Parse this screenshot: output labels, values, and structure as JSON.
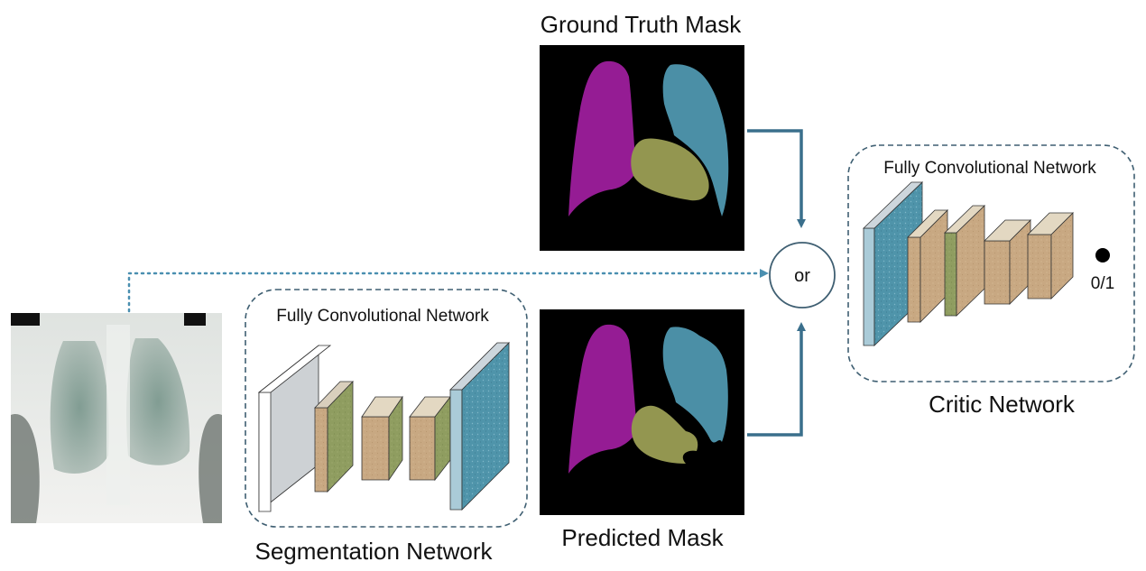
{
  "titles": {
    "ground_truth": "Ground Truth Mask",
    "predicted": "Predicted Mask",
    "segmentation": "Segmentation Network",
    "critic": "Critic Network"
  },
  "networks": {
    "segmentation_inner": "Fully Convolutional Network",
    "critic_inner": "Fully Convolutional Network"
  },
  "combiner": {
    "label": "or"
  },
  "output": {
    "label": "0/1"
  },
  "colors": {
    "arrow": "#3a6f8c",
    "dotted_line": "#4a8fb0",
    "box_border": "#3f5f72",
    "mask_bg": "#000000",
    "left_lung": "#951c94",
    "right_lung": "#4b8fa6",
    "heart": "#939650",
    "block_tan": "#c8a882",
    "block_green": "#8f9d60",
    "block_teal": "#4f94aa",
    "block_grey": "#cdd1d4"
  }
}
